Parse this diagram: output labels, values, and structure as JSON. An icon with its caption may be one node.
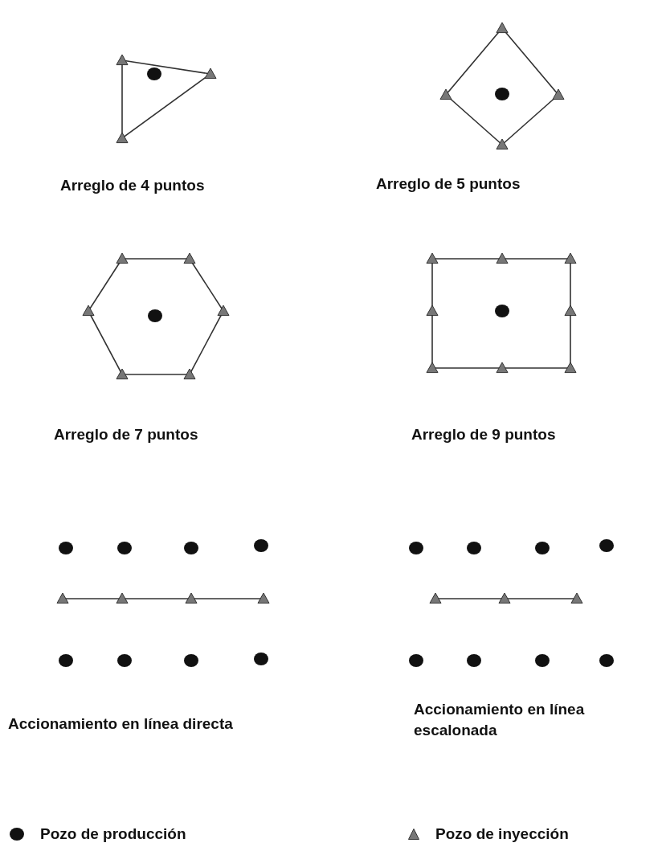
{
  "diagram": {
    "labels": [
      "Arreglo de 4 puntos",
      "Arreglo de 5 puntos",
      "Arreglo de 7 puntos",
      "Arreglo de 9 puntos",
      "Accionamiento en línea directa",
      "Accionamiento en línea escalonada"
    ],
    "legend": [
      {
        "text": "Pozo de producción"
      },
      {
        "text": "Pozo de inyección"
      }
    ]
  }
}
